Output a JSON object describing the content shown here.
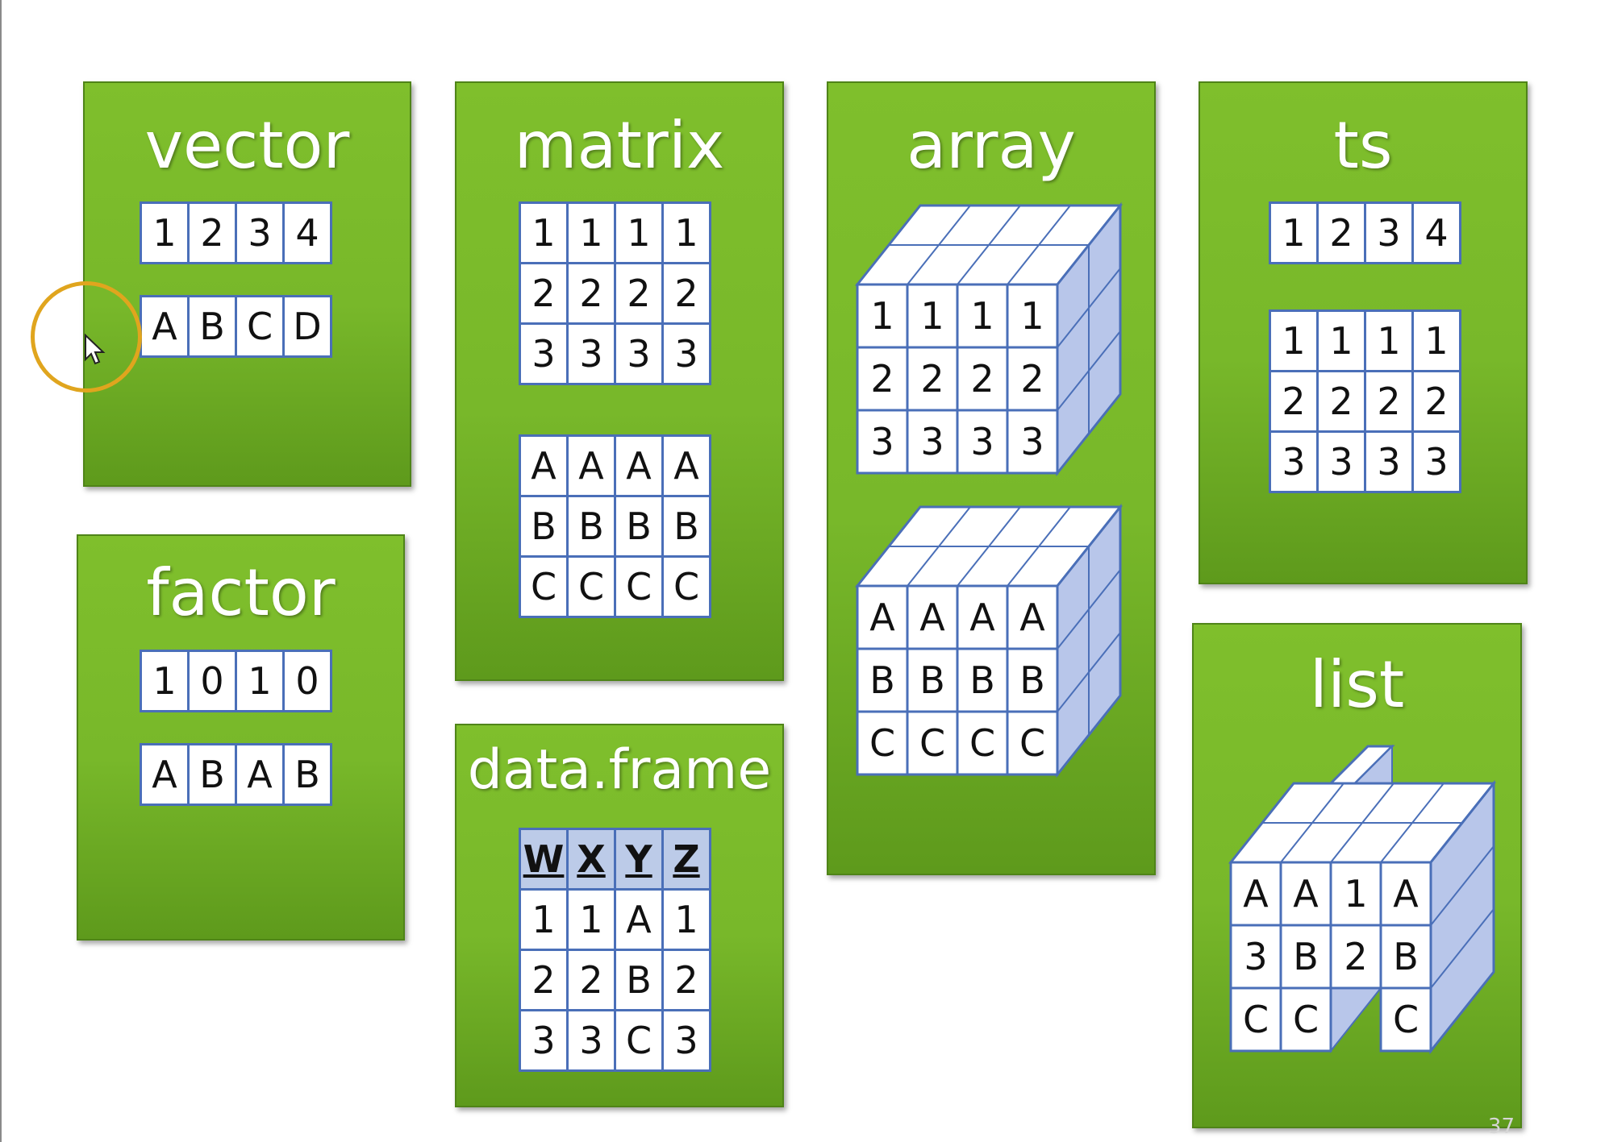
{
  "panels": {
    "vector": {
      "title": "vector",
      "rows1": [
        [
          "1",
          "2",
          "3",
          "4"
        ]
      ],
      "rows2": [
        [
          "A",
          "B",
          "C",
          "D"
        ]
      ]
    },
    "factor": {
      "title": "factor",
      "rows1": [
        [
          "1",
          "0",
          "1",
          "0"
        ]
      ],
      "rows2": [
        [
          "A",
          "B",
          "A",
          "B"
        ]
      ]
    },
    "matrix": {
      "title": "matrix",
      "rows1": [
        [
          "1",
          "1",
          "1",
          "1"
        ],
        [
          "2",
          "2",
          "2",
          "2"
        ],
        [
          "3",
          "3",
          "3",
          "3"
        ]
      ],
      "rows2": [
        [
          "A",
          "A",
          "A",
          "A"
        ],
        [
          "B",
          "B",
          "B",
          "B"
        ],
        [
          "C",
          "C",
          "C",
          "C"
        ]
      ]
    },
    "data_frame": {
      "title": "data.frame",
      "header": [
        "W",
        "X",
        "Y",
        "Z"
      ],
      "rows": [
        [
          "1",
          "1",
          "A",
          "1"
        ],
        [
          "2",
          "2",
          "B",
          "2"
        ],
        [
          "3",
          "3",
          "C",
          "3"
        ]
      ]
    },
    "array": {
      "title": "array",
      "cube1": [
        [
          "1",
          "1",
          "1",
          "1"
        ],
        [
          "2",
          "2",
          "2",
          "2"
        ],
        [
          "3",
          "3",
          "3",
          "3"
        ]
      ],
      "cube2": [
        [
          "A",
          "A",
          "A",
          "A"
        ],
        [
          "B",
          "B",
          "B",
          "B"
        ],
        [
          "C",
          "C",
          "C",
          "C"
        ]
      ]
    },
    "ts": {
      "title": "ts",
      "rows1": [
        [
          "1",
          "2",
          "3",
          "4"
        ]
      ],
      "rows2": [
        [
          "1",
          "1",
          "1",
          "1"
        ],
        [
          "2",
          "2",
          "2",
          "2"
        ],
        [
          "3",
          "3",
          "3",
          "3"
        ]
      ]
    },
    "list": {
      "title": "list",
      "front": [
        [
          "A",
          "A",
          "1",
          "A"
        ],
        [
          "3",
          "B",
          "2",
          "B"
        ],
        [
          "C",
          "C",
          "",
          "C"
        ]
      ]
    }
  },
  "colors": {
    "panel_green": "#78b82a",
    "cell_border": "#4a6fb8",
    "header_fill": "#bccbe8",
    "cursor_ring": "#e0a51e"
  },
  "cursor": {
    "icon": "pointer-arrow-icon",
    "highlight": "cursor-highlight-ring"
  },
  "page_number": "37"
}
